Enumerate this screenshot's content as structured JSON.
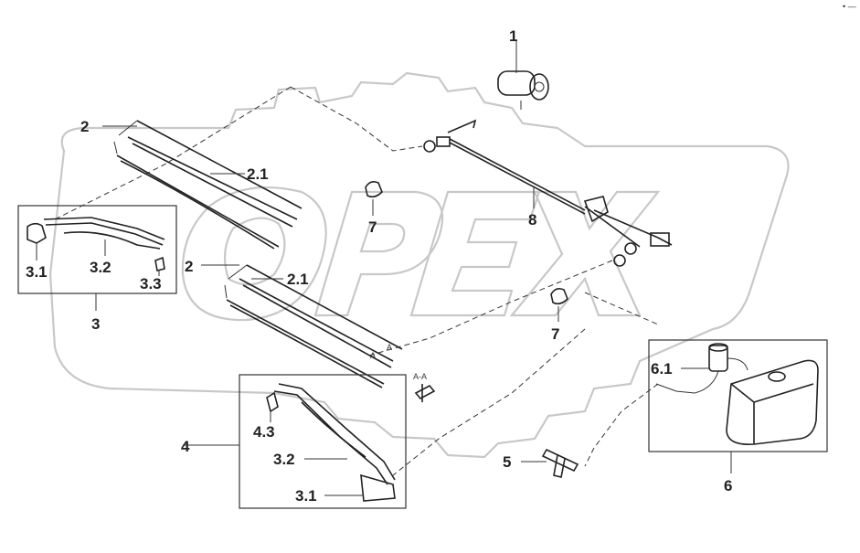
{
  "callouts": {
    "c1": "1",
    "c2a": "2",
    "c2b": "2",
    "c21a": "2.1",
    "c21b": "2.1",
    "c3": "3",
    "c31a": "3.1",
    "c32a": "3.2",
    "c33": "3.3",
    "c4": "4",
    "c43": "4.3",
    "c32b": "3.2",
    "c31b": "3.1",
    "c5": "5",
    "c6": "6",
    "c61": "6.1",
    "c7a": "7",
    "c7b": "7",
    "c8": "8"
  },
  "section_marks": {
    "a1": "A",
    "a2": "A",
    "aa": "A-A"
  },
  "watermark": "OPEX",
  "corner_mark": "• —"
}
